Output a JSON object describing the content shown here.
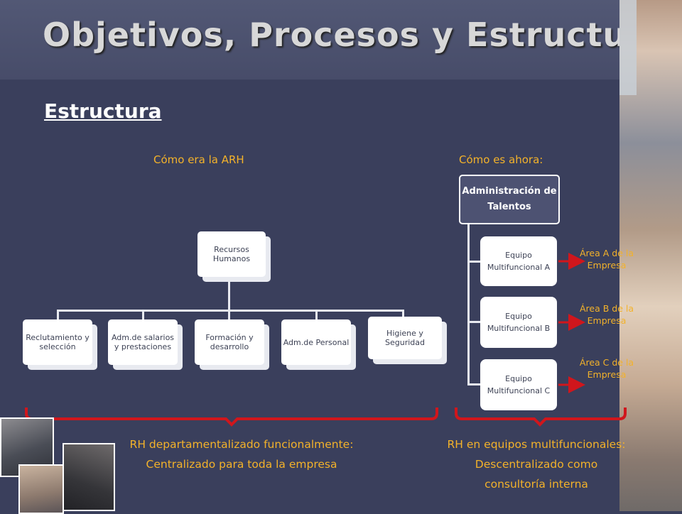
{
  "slide": {
    "title": "Objetivos, Procesos y Estructura",
    "section_heading": "Estructura",
    "left_caption": "Cómo era la ARH",
    "right_caption": "Cómo es ahora:"
  },
  "old_chart": {
    "root": "Recursos Humanos",
    "children": [
      "Reclutamiento y selección",
      "Adm.de salarios y prestaciones",
      "Formación y desarrollo",
      "Adm.de Personal",
      "Higiene y Seguridad"
    ]
  },
  "new_chart": {
    "root": "Administración de Talentos",
    "teams": [
      "Equipo Multifuncional A",
      "Equipo Multifuncional B",
      "Equipo Multifuncional C"
    ],
    "areas": [
      "Área A de la Empresa",
      "Área B de la Empresa",
      "Área C de la Empresa"
    ]
  },
  "summary": {
    "left_line1": "RH departamentalizado funcionalmente:",
    "left_line2": "Centralizado para toda la empresa",
    "right_line1": "RH en equipos multifuncionales:",
    "right_line2": "Descentralizado como",
    "right_line3": "consultoría interna"
  },
  "colors": {
    "background": "#3a3f5c",
    "accent_gold": "#f3b22a",
    "arrow_red": "#d0161c",
    "node_fill": "#ffffff"
  }
}
